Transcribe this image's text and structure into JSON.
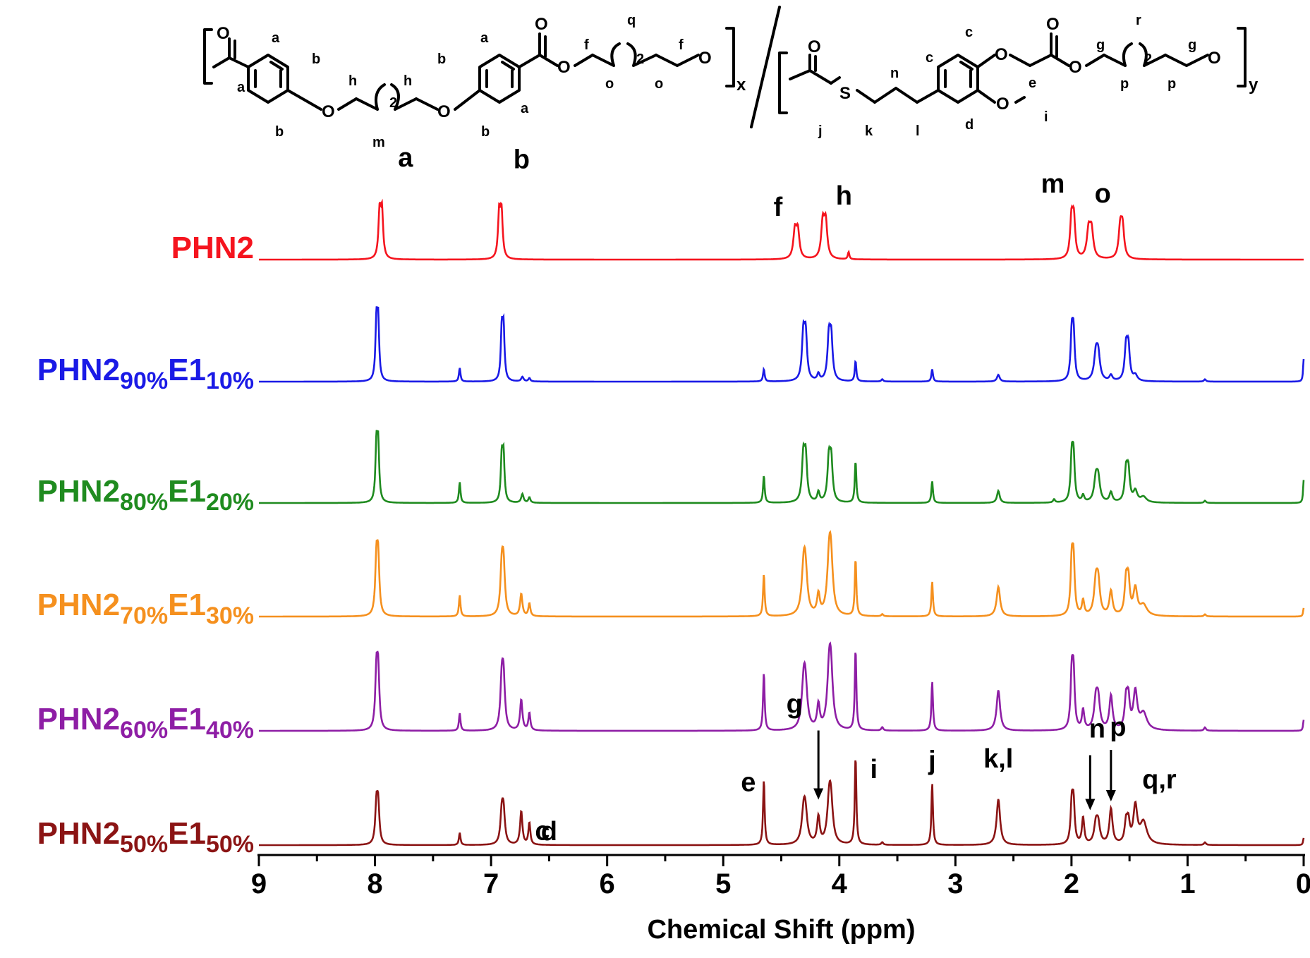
{
  "chart_data": {
    "type": "line",
    "title": "",
    "xlabel": "Chemical Shift (ppm)",
    "ylabel": "",
    "xlim": [
      9,
      0
    ],
    "x_reversed": true,
    "x_ticks": [
      "9",
      "8",
      "7",
      "6",
      "5",
      "4",
      "3",
      "2",
      "1",
      "0"
    ],
    "grid": false,
    "series": [
      {
        "name_main": "PHN2",
        "sub1": "",
        "mid": "",
        "sub2": "",
        "color": "#f5141e",
        "peaks": [
          {
            "ppm": 7.95,
            "h": 1.0,
            "w": 0.012,
            "split": 0.02
          },
          {
            "ppm": 6.92,
            "h": 0.98,
            "w": 0.012,
            "split": 0.02
          },
          {
            "ppm": 4.37,
            "h": 0.6,
            "w": 0.016,
            "split": 0.025
          },
          {
            "ppm": 4.13,
            "h": 0.78,
            "w": 0.016,
            "split": 0.025
          },
          {
            "ppm": 3.92,
            "h": 0.08,
            "w": 0.008
          },
          {
            "ppm": 1.99,
            "h": 0.85,
            "w": 0.014,
            "split": 0.02
          },
          {
            "ppm": 1.84,
            "h": 0.6,
            "w": 0.018,
            "split": 0.025
          },
          {
            "ppm": 1.57,
            "h": 0.66,
            "w": 0.016,
            "split": 0.02
          }
        ]
      },
      {
        "name_main": "PHN2",
        "sub1": "90%",
        "mid": "E1",
        "sub2": "10%",
        "color": "#1a1ae6",
        "peaks": [
          {
            "ppm": 7.98,
            "h": 1.0,
            "w": 0.01,
            "split": 0.015
          },
          {
            "ppm": 7.27,
            "h": 0.12,
            "w": 0.008
          },
          {
            "ppm": 6.9,
            "h": 0.87,
            "w": 0.01,
            "split": 0.015
          },
          {
            "ppm": 6.73,
            "h": 0.04,
            "w": 0.012
          },
          {
            "ppm": 6.67,
            "h": 0.03,
            "w": 0.01
          },
          {
            "ppm": 4.65,
            "h": 0.11,
            "w": 0.008
          },
          {
            "ppm": 4.3,
            "h": 0.78,
            "w": 0.014,
            "split": 0.02
          },
          {
            "ppm": 4.18,
            "h": 0.06,
            "w": 0.012
          },
          {
            "ppm": 4.08,
            "h": 0.74,
            "w": 0.014,
            "split": 0.02
          },
          {
            "ppm": 3.86,
            "h": 0.18,
            "w": 0.008
          },
          {
            "ppm": 3.63,
            "h": 0.02,
            "w": 0.01
          },
          {
            "ppm": 3.2,
            "h": 0.11,
            "w": 0.008
          },
          {
            "ppm": 2.63,
            "h": 0.06,
            "w": 0.014
          },
          {
            "ppm": 1.99,
            "h": 0.78,
            "w": 0.012,
            "split": 0.015
          },
          {
            "ppm": 1.78,
            "h": 0.44,
            "w": 0.018,
            "split": 0.02
          },
          {
            "ppm": 1.66,
            "h": 0.05,
            "w": 0.015
          },
          {
            "ppm": 1.52,
            "h": 0.58,
            "w": 0.014,
            "split": 0.02
          },
          {
            "ppm": 1.45,
            "h": 0.05,
            "w": 0.02
          },
          {
            "ppm": 0.85,
            "h": 0.02,
            "w": 0.01
          },
          {
            "ppm": 0.0,
            "h": 0.2,
            "w": 0.006
          }
        ]
      },
      {
        "name_main": "PHN2",
        "sub1": "80%",
        "mid": "E1",
        "sub2": "20%",
        "color": "#1f8b1f",
        "peaks": [
          {
            "ppm": 7.98,
            "h": 1.0,
            "w": 0.01,
            "split": 0.015
          },
          {
            "ppm": 7.27,
            "h": 0.19,
            "w": 0.008
          },
          {
            "ppm": 6.9,
            "h": 0.8,
            "w": 0.01,
            "split": 0.015
          },
          {
            "ppm": 6.73,
            "h": 0.08,
            "w": 0.012
          },
          {
            "ppm": 6.67,
            "h": 0.05,
            "w": 0.01
          },
          {
            "ppm": 4.65,
            "h": 0.25,
            "w": 0.008
          },
          {
            "ppm": 4.3,
            "h": 0.79,
            "w": 0.014,
            "split": 0.02
          },
          {
            "ppm": 4.18,
            "h": 0.09,
            "w": 0.012
          },
          {
            "ppm": 4.08,
            "h": 0.74,
            "w": 0.014,
            "split": 0.02
          },
          {
            "ppm": 3.86,
            "h": 0.38,
            "w": 0.008
          },
          {
            "ppm": 3.2,
            "h": 0.2,
            "w": 0.008
          },
          {
            "ppm": 2.63,
            "h": 0.11,
            "w": 0.014
          },
          {
            "ppm": 2.15,
            "h": 0.03,
            "w": 0.01
          },
          {
            "ppm": 1.99,
            "h": 0.77,
            "w": 0.012,
            "split": 0.015
          },
          {
            "ppm": 1.9,
            "h": 0.06,
            "w": 0.012
          },
          {
            "ppm": 1.78,
            "h": 0.4,
            "w": 0.018,
            "split": 0.02
          },
          {
            "ppm": 1.66,
            "h": 0.09,
            "w": 0.015
          },
          {
            "ppm": 1.52,
            "h": 0.55,
            "w": 0.014,
            "split": 0.02
          },
          {
            "ppm": 1.45,
            "h": 0.1,
            "w": 0.02
          },
          {
            "ppm": 1.38,
            "h": 0.05,
            "w": 0.03
          },
          {
            "ppm": 0.85,
            "h": 0.02,
            "w": 0.01
          },
          {
            "ppm": 0.0,
            "h": 0.21,
            "w": 0.006
          }
        ]
      },
      {
        "name_main": "PHN2",
        "sub1": "70%",
        "mid": "E1",
        "sub2": "30%",
        "color": "#f5901e",
        "peaks": [
          {
            "ppm": 7.98,
            "h": 1.0,
            "w": 0.012,
            "split": 0.015
          },
          {
            "ppm": 7.27,
            "h": 0.2,
            "w": 0.008
          },
          {
            "ppm": 6.9,
            "h": 0.85,
            "w": 0.014,
            "split": 0.015
          },
          {
            "ppm": 6.74,
            "h": 0.21,
            "w": 0.012
          },
          {
            "ppm": 6.67,
            "h": 0.12,
            "w": 0.01
          },
          {
            "ppm": 4.65,
            "h": 0.4,
            "w": 0.008
          },
          {
            "ppm": 4.3,
            "h": 0.74,
            "w": 0.02,
            "split": 0.015
          },
          {
            "ppm": 4.18,
            "h": 0.19,
            "w": 0.014
          },
          {
            "ppm": 4.08,
            "h": 0.9,
            "w": 0.02,
            "split": 0.015
          },
          {
            "ppm": 3.86,
            "h": 0.54,
            "w": 0.008
          },
          {
            "ppm": 3.63,
            "h": 0.02,
            "w": 0.01
          },
          {
            "ppm": 3.2,
            "h": 0.33,
            "w": 0.008
          },
          {
            "ppm": 2.63,
            "h": 0.28,
            "w": 0.018
          },
          {
            "ppm": 1.99,
            "h": 0.95,
            "w": 0.012,
            "split": 0.015
          },
          {
            "ppm": 1.9,
            "h": 0.14,
            "w": 0.012
          },
          {
            "ppm": 1.78,
            "h": 0.58,
            "w": 0.018,
            "split": 0.02
          },
          {
            "ppm": 1.66,
            "h": 0.23,
            "w": 0.016
          },
          {
            "ppm": 1.52,
            "h": 0.62,
            "w": 0.014,
            "split": 0.02
          },
          {
            "ppm": 1.45,
            "h": 0.25,
            "w": 0.02
          },
          {
            "ppm": 1.38,
            "h": 0.1,
            "w": 0.035
          },
          {
            "ppm": 0.85,
            "h": 0.02,
            "w": 0.01
          },
          {
            "ppm": 0.0,
            "h": 0.08,
            "w": 0.006
          }
        ]
      },
      {
        "name_main": "PHN2",
        "sub1": "60%",
        "mid": "E1",
        "sub2": "40%",
        "color": "#8e1ea5",
        "peaks": [
          {
            "ppm": 7.98,
            "h": 1.0,
            "w": 0.012,
            "split": 0.015
          },
          {
            "ppm": 7.27,
            "h": 0.16,
            "w": 0.008
          },
          {
            "ppm": 6.9,
            "h": 0.85,
            "w": 0.014,
            "split": 0.015
          },
          {
            "ppm": 6.74,
            "h": 0.28,
            "w": 0.012
          },
          {
            "ppm": 6.67,
            "h": 0.16,
            "w": 0.01
          },
          {
            "ppm": 4.65,
            "h": 0.53,
            "w": 0.008
          },
          {
            "ppm": 4.3,
            "h": 0.7,
            "w": 0.02,
            "split": 0.015
          },
          {
            "ppm": 4.18,
            "h": 0.22,
            "w": 0.014
          },
          {
            "ppm": 4.08,
            "h": 0.9,
            "w": 0.02,
            "split": 0.015
          },
          {
            "ppm": 3.86,
            "h": 0.74,
            "w": 0.008
          },
          {
            "ppm": 3.63,
            "h": 0.03,
            "w": 0.01
          },
          {
            "ppm": 3.2,
            "h": 0.45,
            "w": 0.008
          },
          {
            "ppm": 2.63,
            "h": 0.37,
            "w": 0.018
          },
          {
            "ppm": 1.99,
            "h": 0.95,
            "w": 0.012,
            "split": 0.015
          },
          {
            "ppm": 1.9,
            "h": 0.18,
            "w": 0.012
          },
          {
            "ppm": 1.78,
            "h": 0.5,
            "w": 0.018,
            "split": 0.02
          },
          {
            "ppm": 1.66,
            "h": 0.31,
            "w": 0.016
          },
          {
            "ppm": 1.52,
            "h": 0.52,
            "w": 0.014,
            "split": 0.02
          },
          {
            "ppm": 1.45,
            "h": 0.34,
            "w": 0.02
          },
          {
            "ppm": 1.38,
            "h": 0.15,
            "w": 0.035
          },
          {
            "ppm": 0.85,
            "h": 0.03,
            "w": 0.01
          },
          {
            "ppm": 0.0,
            "h": 0.1,
            "w": 0.006
          }
        ]
      },
      {
        "name_main": "PHN2",
        "sub1": "50%",
        "mid": "E1",
        "sub2": "50%",
        "color": "#8b1414",
        "peaks": [
          {
            "ppm": 7.98,
            "h": 0.85,
            "w": 0.012,
            "split": 0.015
          },
          {
            "ppm": 7.27,
            "h": 0.14,
            "w": 0.008
          },
          {
            "ppm": 6.9,
            "h": 0.68,
            "w": 0.014,
            "split": 0.015
          },
          {
            "ppm": 6.74,
            "h": 0.38,
            "w": 0.012
          },
          {
            "ppm": 6.67,
            "h": 0.25,
            "w": 0.01
          },
          {
            "ppm": 4.65,
            "h": 0.74,
            "w": 0.008
          },
          {
            "ppm": 4.3,
            "h": 0.62,
            "w": 0.02,
            "split": 0.015
          },
          {
            "ppm": 4.18,
            "h": 0.3,
            "w": 0.014
          },
          {
            "ppm": 4.08,
            "h": 0.82,
            "w": 0.02,
            "split": 0.015
          },
          {
            "ppm": 3.86,
            "h": 1.0,
            "w": 0.008
          },
          {
            "ppm": 3.63,
            "h": 0.03,
            "w": 0.01
          },
          {
            "ppm": 3.2,
            "h": 0.7,
            "w": 0.008
          },
          {
            "ppm": 2.63,
            "h": 0.52,
            "w": 0.018
          },
          {
            "ppm": 1.99,
            "h": 0.86,
            "w": 0.012,
            "split": 0.015
          },
          {
            "ppm": 1.9,
            "h": 0.3,
            "w": 0.012
          },
          {
            "ppm": 1.78,
            "h": 0.42,
            "w": 0.018,
            "split": 0.02
          },
          {
            "ppm": 1.66,
            "h": 0.4,
            "w": 0.016
          },
          {
            "ppm": 1.52,
            "h": 0.45,
            "w": 0.014,
            "split": 0.02
          },
          {
            "ppm": 1.45,
            "h": 0.42,
            "w": 0.02
          },
          {
            "ppm": 1.38,
            "h": 0.25,
            "w": 0.035
          },
          {
            "ppm": 0.85,
            "h": 0.03,
            "w": 0.01
          },
          {
            "ppm": 0.0,
            "h": 0.08,
            "w": 0.006
          }
        ]
      }
    ],
    "annotations": [
      {
        "text": "a",
        "ppm": 7.95,
        "series": 0
      },
      {
        "text": "b",
        "ppm": 6.92,
        "series": 0
      },
      {
        "text": "f",
        "ppm": 4.37,
        "series": 0
      },
      {
        "text": "h",
        "ppm": 4.13,
        "series": 0
      },
      {
        "text": "m",
        "ppm": 1.99,
        "series": 0
      },
      {
        "text": "o",
        "ppm": 1.84,
        "series": 0
      },
      {
        "text": "c",
        "ppm": 6.74,
        "series": 5
      },
      {
        "text": "d",
        "ppm": 6.67,
        "series": 5
      },
      {
        "text": "e",
        "ppm": 4.65,
        "series": 5
      },
      {
        "text": "g",
        "ppm": 4.18,
        "series": 5
      },
      {
        "text": "i",
        "ppm": 3.86,
        "series": 5
      },
      {
        "text": "j",
        "ppm": 3.2,
        "series": 5
      },
      {
        "text": "k,l",
        "ppm": 2.63,
        "series": 5
      },
      {
        "text": "n",
        "ppm": 1.9,
        "series": 5
      },
      {
        "text": "p",
        "ppm": 1.66,
        "series": 5
      },
      {
        "text": "q,r",
        "ppm": 1.45,
        "series": 5
      }
    ]
  },
  "structure": {
    "labels": {
      "O": "O",
      "S": "S",
      "two": "2",
      "x": "x",
      "y": "y",
      "a": "a",
      "b": "b",
      "c": "c",
      "d": "d",
      "e": "e",
      "f": "f",
      "g": "g",
      "h": "h",
      "i": "i",
      "j": "j",
      "k": "k",
      "l": "l",
      "m": "m",
      "n": "n",
      "o": "o",
      "p": "p",
      "q": "q",
      "r": "r"
    }
  }
}
